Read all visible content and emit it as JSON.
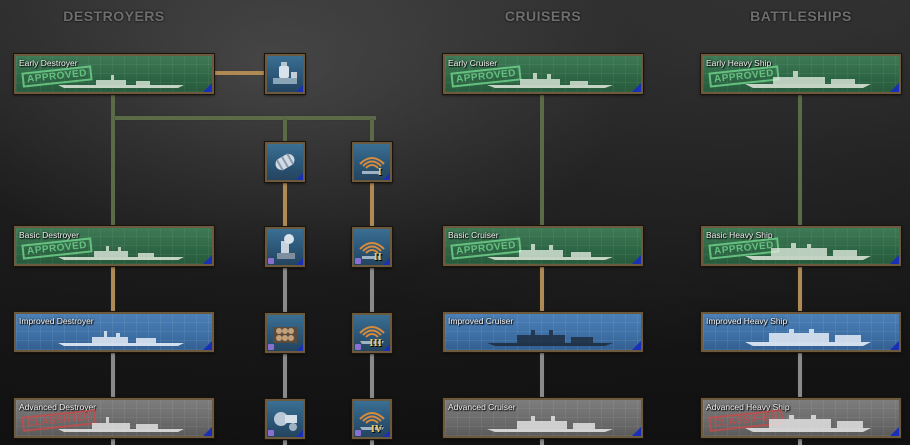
{
  "columns": {
    "destroyers": "DESTROYERS",
    "cruisers": "CRUISERS",
    "battleships": "BATTLESHIPS"
  },
  "destroyers": [
    {
      "name": "Early Destroyer",
      "status": "APPROVED",
      "style": "green"
    },
    {
      "name": "Basic Destroyer",
      "status": "APPROVED",
      "style": "green"
    },
    {
      "name": "Improved Destroyer",
      "status": "",
      "style": "blue"
    },
    {
      "name": "Advanced Destroyer",
      "status": "CLASSIFIED",
      "style": "gray"
    }
  ],
  "cruisers": [
    {
      "name": "Early Cruiser",
      "status": "APPROVED",
      "style": "green"
    },
    {
      "name": "Basic Cruiser",
      "status": "APPROVED",
      "style": "green"
    },
    {
      "name": "Improved Cruiser",
      "status": "",
      "style": "blue"
    },
    {
      "name": "Advanced Cruiser",
      "status": "",
      "style": "gray"
    }
  ],
  "battleships": [
    {
      "name": "Early Heavy Ship",
      "status": "APPROVED",
      "style": "green"
    },
    {
      "name": "Basic Heavy Ship",
      "status": "APPROVED",
      "style": "green"
    },
    {
      "name": "Improved Heavy Ship",
      "status": "",
      "style": "blue"
    },
    {
      "name": "Advanced Heavy Ship",
      "status": "CLASSIFIED",
      "style": "gray"
    }
  ],
  "equipment": {
    "depth_charges": [
      "depth-charge-rack-icon",
      "depth-charge-thrower-icon",
      "depth-charge-projector-icon",
      "mine-icon",
      "minesweeper-gear-icon"
    ],
    "sonar": [
      {
        "icon": "sonar-icon",
        "level": "I"
      },
      {
        "icon": "sonar-icon",
        "level": "II"
      },
      {
        "icon": "sonar-icon",
        "level": "III"
      },
      {
        "icon": "sonar-icon",
        "level": "IV"
      }
    ]
  },
  "colors": {
    "researched_line": "#5c6b47",
    "available_line": "#b08a55",
    "locked_line": "#8a8a8a",
    "frame": "#6b5a3e",
    "header": "#6e6e6e"
  }
}
